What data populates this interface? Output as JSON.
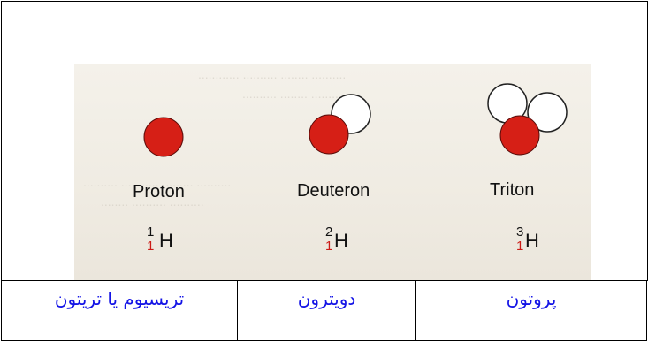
{
  "figure": {
    "particles": [
      {
        "id": "proton",
        "name": "Proton",
        "mass_number": "1",
        "atomic_number": "1",
        "element": "H"
      },
      {
        "id": "deuteron",
        "name": "Deuteron",
        "mass_number": "2",
        "atomic_number": "1",
        "element": "H"
      },
      {
        "id": "triton",
        "name": "Triton",
        "mass_number": "3",
        "atomic_number": "1",
        "element": "H"
      }
    ],
    "colors": {
      "proton": "#d61f16",
      "neutron": "#ffffff",
      "atomic_number": "#cc1b17"
    }
  },
  "table": {
    "cells": [
      "تریسیوم یا تریتون",
      "دویترون",
      "پروتون"
    ]
  }
}
